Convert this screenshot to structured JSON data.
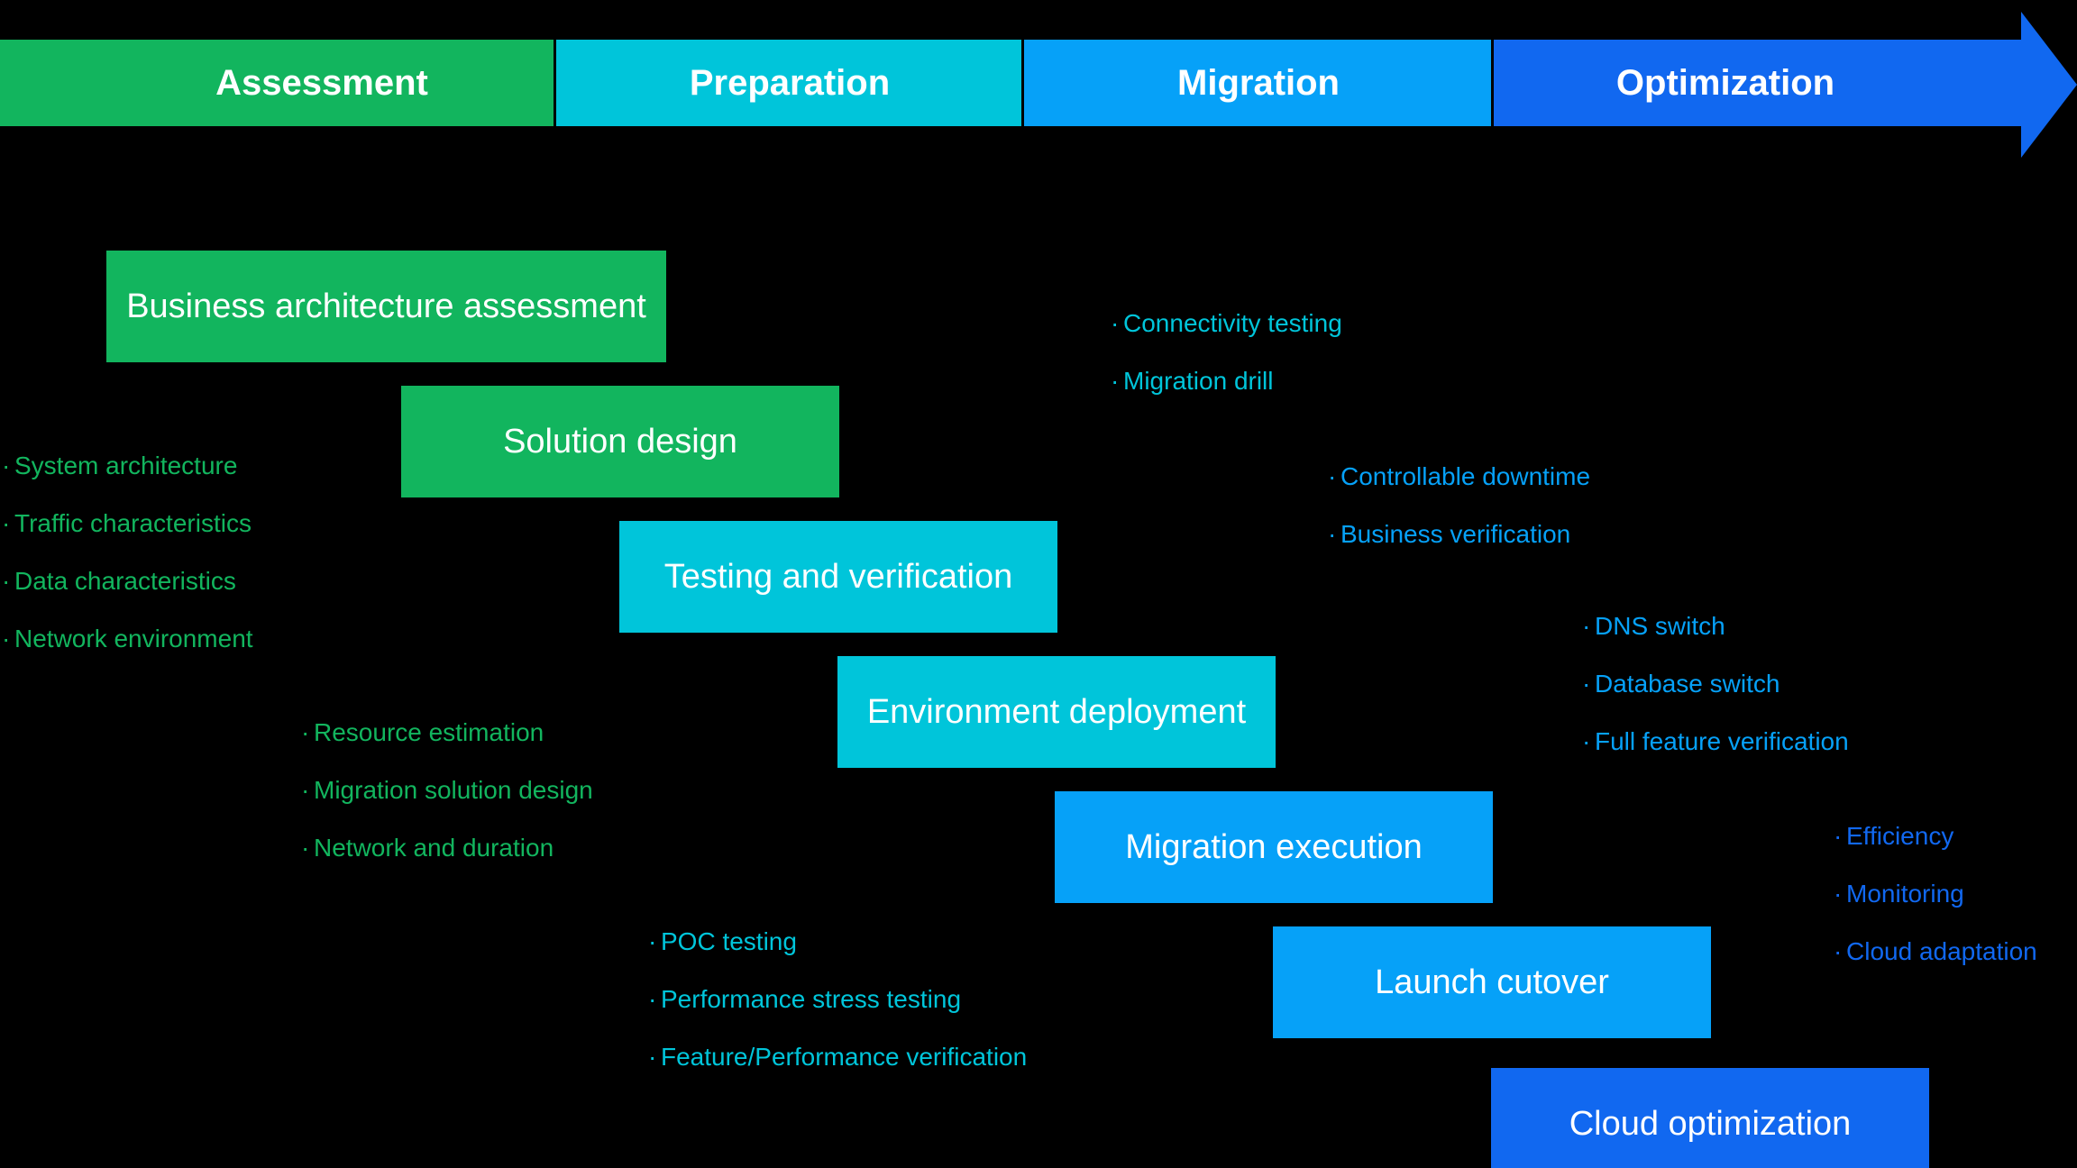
{
  "palette": {
    "background": "#000000",
    "assessment_green": "#12b55e",
    "preparation_cyan": "#00c5da",
    "migration_light_blue": "#06a1f8",
    "optimization_blue": "#1168f0",
    "label_white": "#ffffff"
  },
  "bullet_glyph": "·",
  "phase_bar": {
    "phases": [
      {
        "label": "Assessment",
        "color": "#12b55e"
      },
      {
        "label": "Preparation",
        "color": "#00c5da"
      },
      {
        "label": "Migration",
        "color": "#06a1f8"
      },
      {
        "label": "Optimization",
        "color": "#1168f0"
      }
    ]
  },
  "steps": [
    {
      "label": "Business architecture assessment",
      "color": "#12b55e"
    },
    {
      "label": "Solution design",
      "color": "#12b55e"
    },
    {
      "label": "Testing and verification",
      "color": "#00c5da"
    },
    {
      "label": "Environment deployment",
      "color": "#00c5da"
    },
    {
      "label": "Migration execution",
      "color": "#06a1f8"
    },
    {
      "label": "Launch cutover",
      "color": "#06a1f8"
    },
    {
      "label": "Cloud optimization",
      "color": "#1168f0"
    }
  ],
  "note_lists": [
    {
      "color": "#12b55e",
      "items": [
        "System architecture",
        "Traffic characteristics",
        "Data characteristics",
        "Network environment"
      ]
    },
    {
      "color": "#12b55e",
      "items": [
        "Resource estimation",
        "Migration solution design",
        "Network and duration"
      ]
    },
    {
      "color": "#00c5da",
      "items": [
        "POC testing",
        "Performance stress testing",
        "Feature/Performance verification"
      ]
    },
    {
      "color": "#00c5da",
      "items": [
        "Connectivity testing",
        "Migration drill"
      ]
    },
    {
      "color": "#06a1f8",
      "items": [
        "Controllable downtime",
        "Business verification"
      ]
    },
    {
      "color": "#06a1f8",
      "items": [
        "DNS switch",
        "Database switch",
        "Full feature verification"
      ]
    },
    {
      "color": "#1168f0",
      "items": [
        "Efficiency",
        "Monitoring",
        "Cloud adaptation"
      ]
    }
  ]
}
